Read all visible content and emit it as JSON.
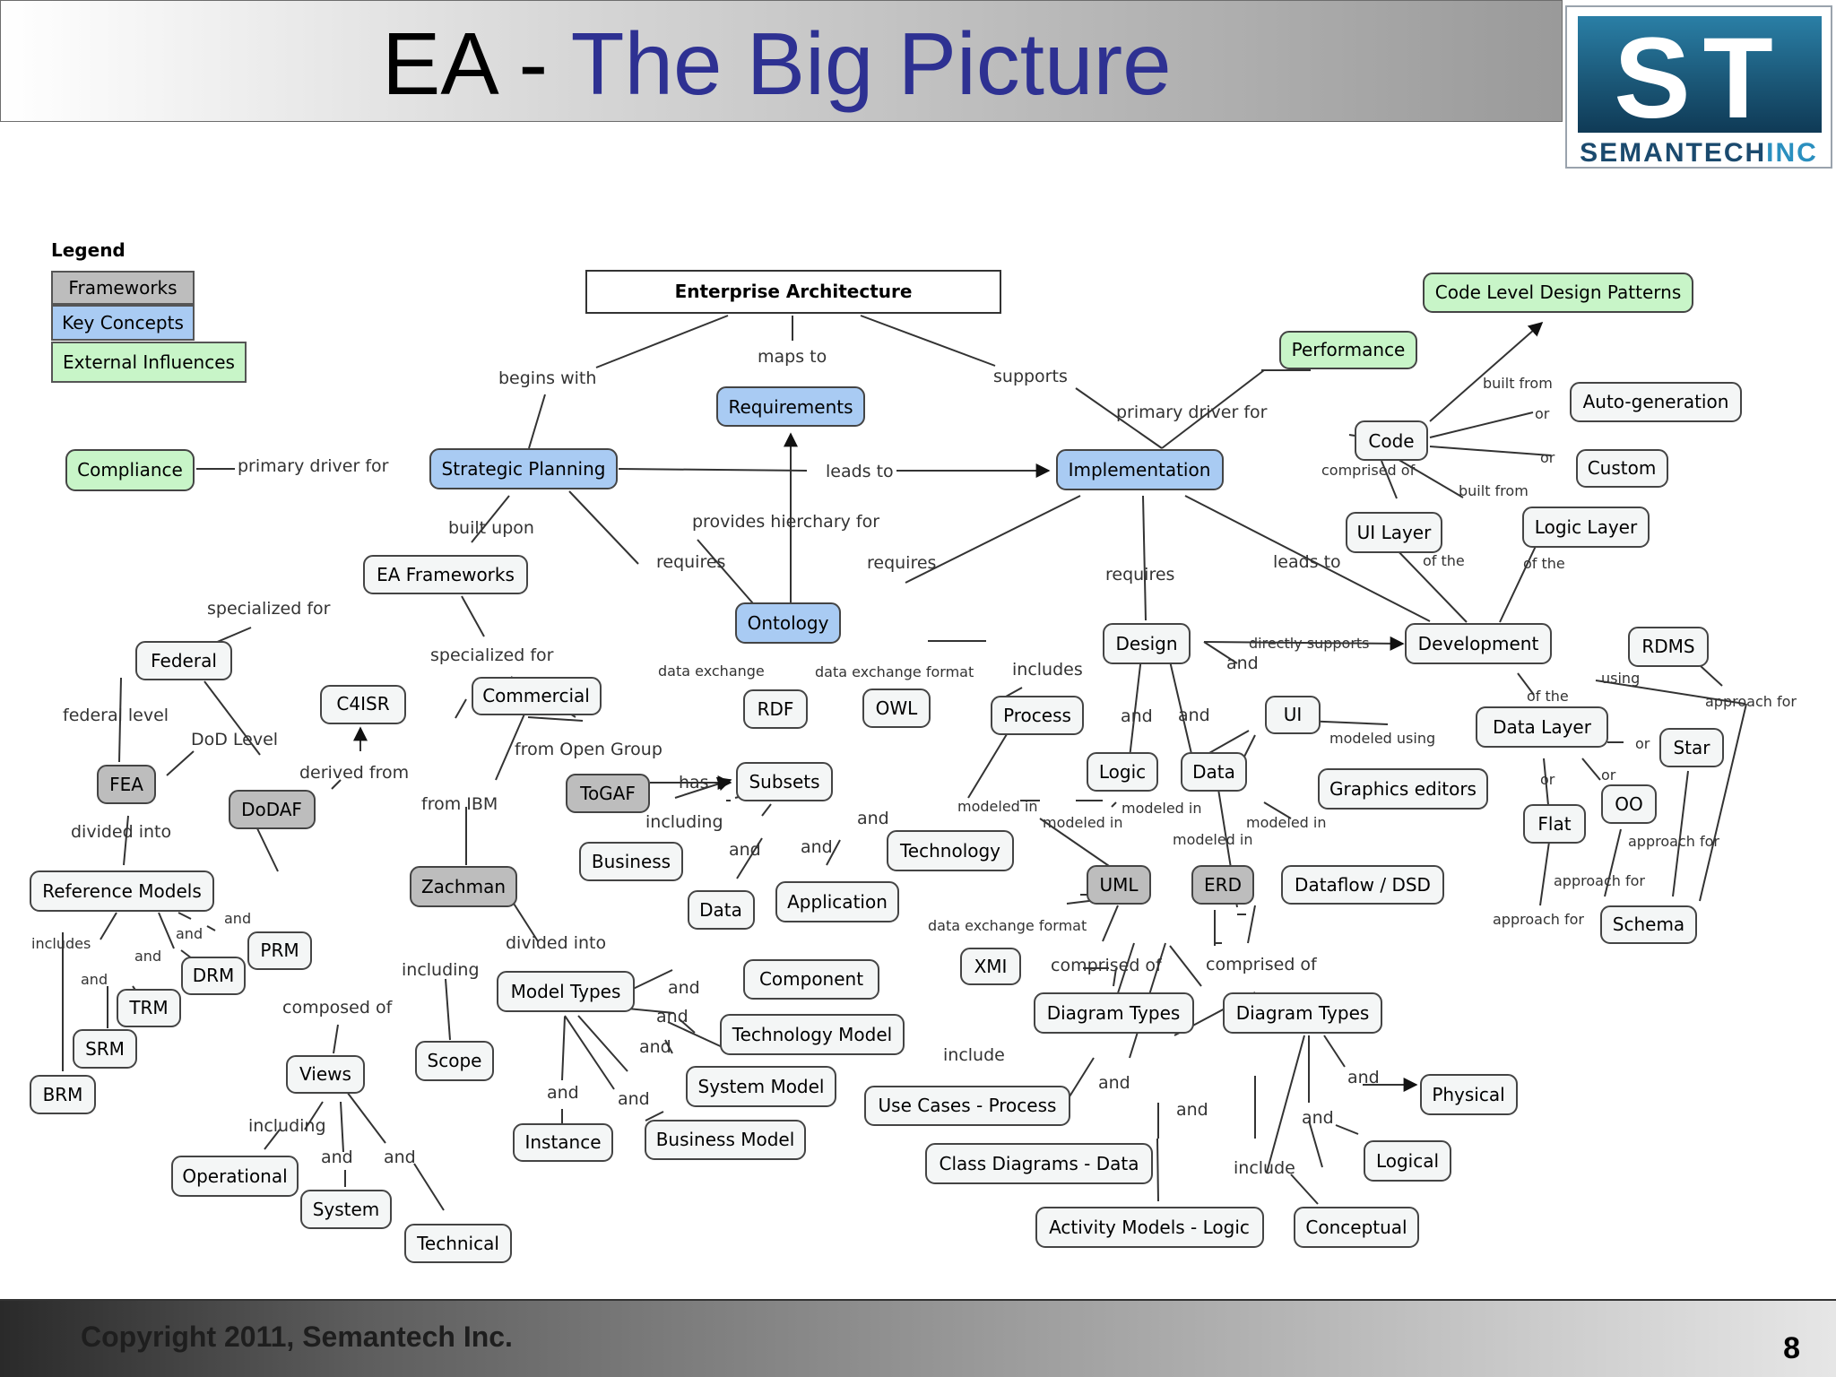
{
  "header": {
    "title_prefix": "EA - ",
    "title_main": "The Big Picture"
  },
  "logo": {
    "letters": "ST",
    "text_a": "SEMANTECH",
    "text_b": "INC"
  },
  "footer": {
    "copyright": "Copyright 2011, Semantech Inc.",
    "page": "8"
  },
  "colors": {
    "framework": "#bdbdbd",
    "key": "#a9cbf3",
    "external": "#c8f5c8",
    "plain": "#f4f6f6",
    "title_accent": "#2e3192"
  },
  "legend": {
    "title": "Legend",
    "frameworks": "Frameworks",
    "key_concepts": "Key Concepts",
    "external": "External Influences"
  },
  "nodes": {
    "ea": "Enterprise Architecture",
    "requirements": "Requirements",
    "strategic": "Strategic Planning",
    "implementation": "Implementation",
    "compliance": "Compliance",
    "performance": "Performance",
    "codepatterns": "Code Level Design Patterns",
    "code": "Code",
    "autogen": "Auto-generation",
    "custom": "Custom",
    "uilayer": "UI Layer",
    "logiclayer": "Logic Layer",
    "eaframeworks": "EA Frameworks",
    "ontology": "Ontology",
    "design": "Design",
    "development": "Development",
    "federal": "Federal",
    "commercial": "Commercial",
    "c4isr": "C4ISR",
    "rdf": "RDF",
    "owl": "OWL",
    "process": "Process",
    "ui": "UI",
    "rdms": "RDMS",
    "datalayer": "Data Layer",
    "star": "Star",
    "fea": "FEA",
    "dodaf": "DoDAF",
    "togaf": "ToGAF",
    "subsets": "Subsets",
    "logic": "Logic",
    "data": "Data",
    "graphics": "Graphics editors",
    "oo": "OO",
    "flat": "Flat",
    "refmodels": "Reference Models",
    "business": "Business",
    "technology": "Technology",
    "zachman": "Zachman",
    "subdata": "Data",
    "application": "Application",
    "uml": "UML",
    "erd": "ERD",
    "dataflow": "Dataflow / DSD",
    "schema": "Schema",
    "prm": "PRM",
    "drm": "DRM",
    "xmi": "XMI",
    "trm": "TRM",
    "modeltypes": "Model Types",
    "component": "Component",
    "techmodel": "Technology Model",
    "diagramtypes1": "Diagram Types",
    "diagramtypes2": "Diagram Types",
    "srm": "SRM",
    "views": "Views",
    "scope": "Scope",
    "brm": "BRM",
    "sysmodel": "System Model",
    "usecases": "Use Cases - Process",
    "physical": "Physical",
    "instance": "Instance",
    "busmodel": "Business Model",
    "classdiag": "Class Diagrams - Data",
    "logical": "Logical",
    "operational": "Operational",
    "system": "System",
    "technical": "Technical",
    "activity": "Activity Models - Logic",
    "conceptual": "Conceptual"
  },
  "links": {
    "begins_with": "begins with",
    "maps_to": "maps to",
    "supports": "supports",
    "primary_driver_for": "primary driver for",
    "built_from": "built from",
    "or": "or",
    "leads_to": "leads to",
    "comprised_of": "comprised of",
    "built_upon": "built upon",
    "provides_hierchary_for": "provides hierchary for",
    "requires": "requires",
    "of_the": "of the",
    "specialized_for": "specialized for",
    "directly_supports": "directly supports",
    "and": "and",
    "data_exchange": "data exchange",
    "data_exchange_format": "data exchange format",
    "includes": "includes",
    "using": "using",
    "approach_for": "approach for",
    "federal_level": "federal level",
    "dod_level": "DoD Level",
    "from_open_group": "from Open Group",
    "modeled_using": "modeled using",
    "derived_from": "derived from",
    "has": "has",
    "from_ibm": "from IBM",
    "modeled_in": "modeled in",
    "including": "including",
    "divided_into": "divided into",
    "include": "include",
    "composed_of": "composed of"
  }
}
